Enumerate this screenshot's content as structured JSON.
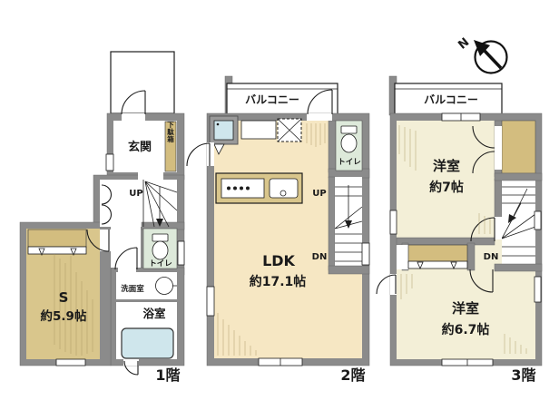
{
  "title": "3階建て間取り図",
  "colors": {
    "wall": "#8b8b8b",
    "tan": "#d9c68c",
    "closet": "#d3bd7f",
    "cream": "#f6e7c3",
    "pale": "#f3efd7",
    "toilet": "#dde9da",
    "water": "#cfe6ec",
    "line": "#1d1d1d"
  },
  "compass": {
    "north": "N"
  },
  "floors": [
    {
      "label": "1階",
      "genkan": "玄関",
      "getabako": "下駄箱",
      "up": "UP",
      "toilet": "トイレ",
      "storage": "S",
      "storage_size": "約5.9帖",
      "washroom": "洗面室",
      "bath": "浴室"
    },
    {
      "label": "2階",
      "balcony": "バルコニー",
      "toilet": "トイレ",
      "up": "UP",
      "dn": "DN",
      "ldk": "LDK",
      "ldk_size": "約17.1帖"
    },
    {
      "label": "3階",
      "balcony": "バルコニー",
      "room_a": "洋室",
      "room_a_size": "約7帖",
      "dn": "DN",
      "room_b": "洋室",
      "room_b_size": "約6.7帖"
    }
  ]
}
